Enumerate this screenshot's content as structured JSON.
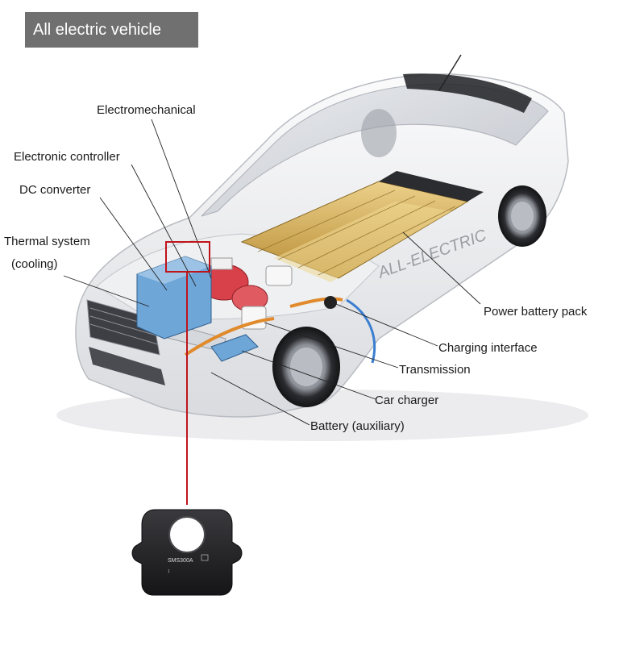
{
  "title": "All electric vehicle",
  "car_lettering": "ALL-ELECTRIC",
  "sensor_text": {
    "model": "SMS300A",
    "serial": "1"
  },
  "labels": {
    "electromechanical": "Electromechanical",
    "electronic_controller": "Electronic controller",
    "dc_converter": "DC converter",
    "thermal_system_line1": "Thermal system",
    "thermal_system_line2": "(cooling)",
    "power_battery_pack": "Power battery pack",
    "charging_interface": "Charging interface",
    "transmission": "Transmission",
    "car_charger": "Car charger",
    "battery_auxiliary": "Battery (auxiliary)"
  },
  "colors": {
    "title_bg": "#707070",
    "highlight": "#c0141b",
    "car_body": "#f2f3f5",
    "battery": "#d9b45a",
    "motor": "#d8404a",
    "converter": "#6fa6d8",
    "cable": "#3b7ed0"
  }
}
